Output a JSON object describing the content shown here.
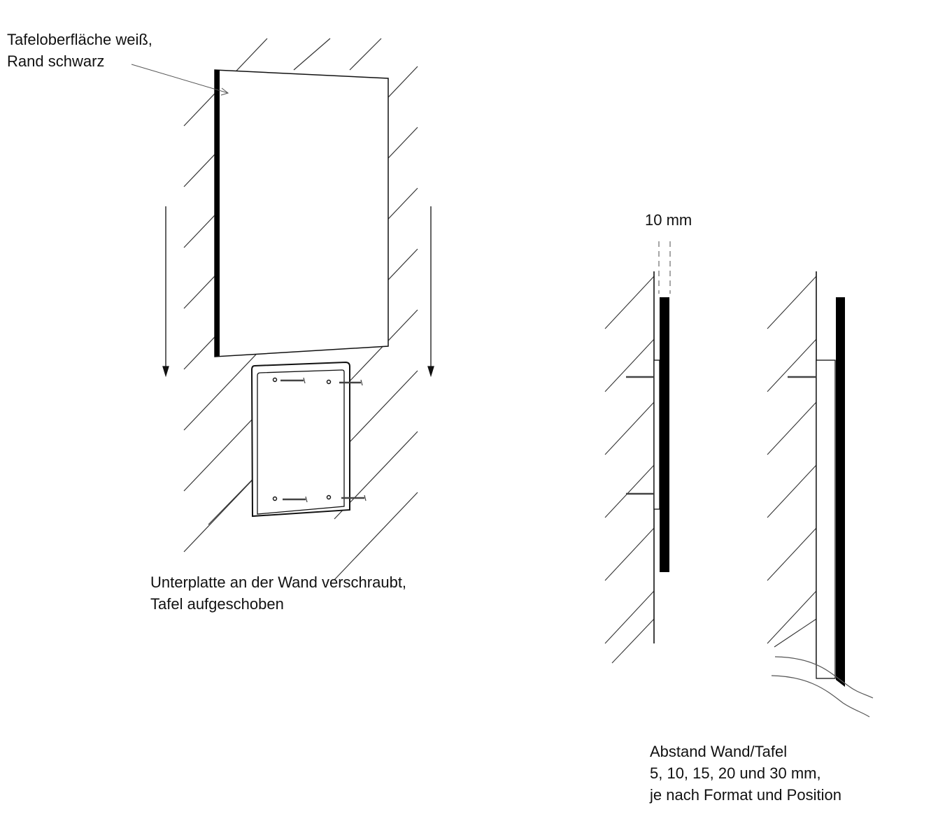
{
  "labels": {
    "surface_line1": "Tafeloberfläche weiß,",
    "surface_line2": "Rand schwarz",
    "mount_line1": "Unterplatte an der Wand verschraubt,",
    "mount_line2": "Tafel aufgeschoben",
    "gap_dimension": "10 mm",
    "distance_line1": "Abstand Wand/Tafel",
    "distance_line2": "5, 10, 15, 20 und 30 mm,",
    "distance_line3": "je nach Format und Position"
  },
  "colors": {
    "line": "#111111",
    "hatch": "#333333",
    "dash": "#777777"
  }
}
